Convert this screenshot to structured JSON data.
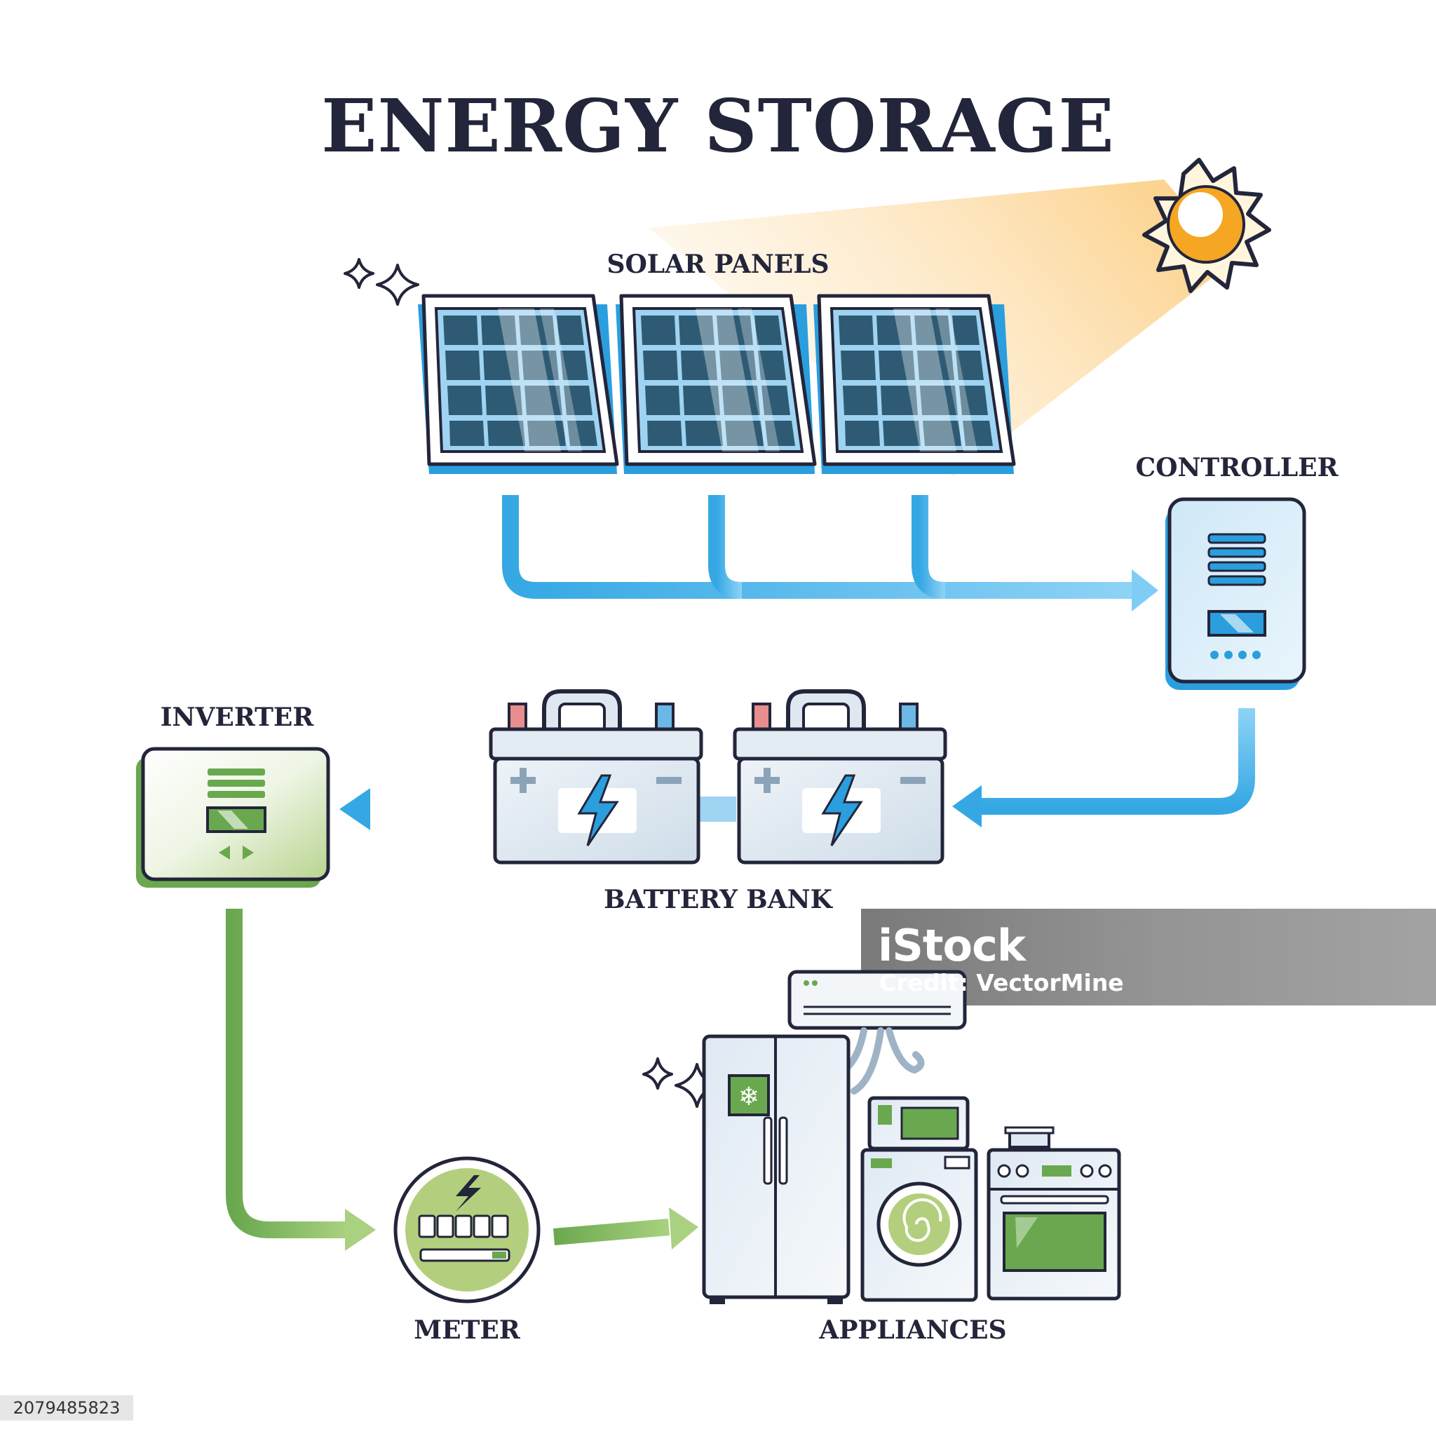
{
  "title": "ENERGY STORAGE",
  "labels": {
    "solar_panels": "SOLAR PANELS",
    "controller": "CONTROLLER",
    "inverter": "INVERTER",
    "battery_bank": "BATTERY BANK",
    "meter": "METER",
    "appliances": "APPLIANCES"
  },
  "watermark": {
    "brand": "iStock",
    "credit": "Credit: VectorMine"
  },
  "stock_id": "2079485823",
  "colors": {
    "text": "#23253a",
    "solar_blue": "#2b9ede",
    "panel_cell": "#2e5b73",
    "flow_blue": "#3aaee8",
    "flow_green": "#6aa84f",
    "sun_orange": "#f5a623",
    "inverter_green": "#6aa84f",
    "meter_green": "#b3cf7e"
  },
  "icons": [
    "sun-icon",
    "sparkle-icon",
    "solar-panel-icon",
    "controller-icon",
    "battery-icon",
    "inverter-icon",
    "meter-icon",
    "air-conditioner-icon",
    "refrigerator-icon",
    "microwave-icon",
    "washing-machine-icon",
    "stove-icon"
  ]
}
